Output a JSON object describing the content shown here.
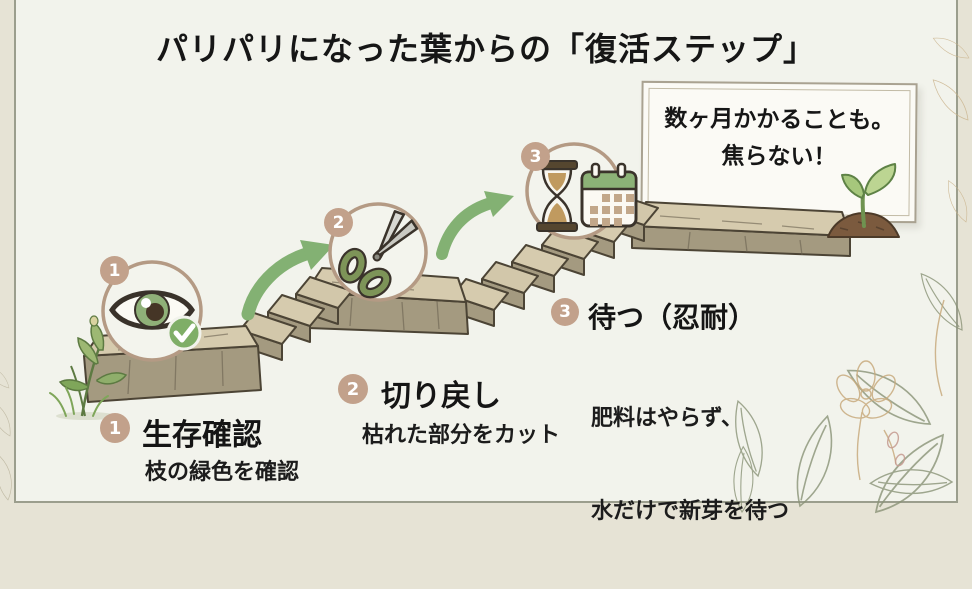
{
  "title": "パリパリになった葉からの「復活ステップ」",
  "note_card": {
    "line1": "数ヶ月かかることも。",
    "line2": "焦らない！"
  },
  "steps": [
    {
      "num": "1",
      "label": "生存確認",
      "desc": "枝の緑色を確認",
      "icon": "eye-check-icon"
    },
    {
      "num": "2",
      "label": "切り戻し",
      "desc": "枯れた部分をカット",
      "icon": "scissors-icon"
    },
    {
      "num": "3",
      "label": "待つ（忍耐）",
      "desc_line1": "肥料はやらず、",
      "desc_line2": "水だけで新芽を待つ",
      "icon": "hourglass-calendar-icon"
    }
  ],
  "colors": {
    "background": "#f2f3ec",
    "outer_background": "#e6e3d5",
    "accent_green": "#83b173",
    "badge_tan": "#c2a18b",
    "ring_tan": "#b49a84",
    "stone_top": "#d6cbae",
    "stone_front": "#a49a80",
    "text": "#161616"
  }
}
